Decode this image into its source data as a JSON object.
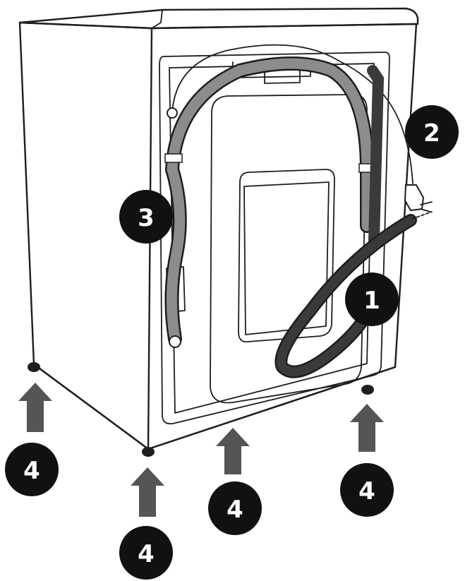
{
  "labels": {
    "drain_hose": "1",
    "power_cord": "2",
    "water_inlet_hose": "3",
    "leveling_foot": "4"
  },
  "colors": {
    "outline": "#1e1e1e",
    "badge": "#111111",
    "badge_text": "#ffffff",
    "arrow": "#555555",
    "hose_dark": "#3a3a3a",
    "hose_mid": "#8c8c8c"
  }
}
